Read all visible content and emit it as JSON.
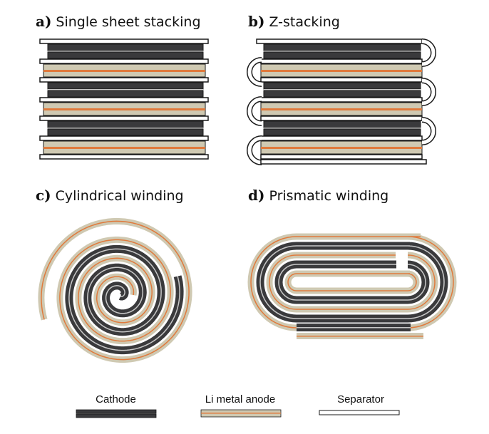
{
  "panels": [
    {
      "label": "a)",
      "title": "Single sheet stacking"
    },
    {
      "label": "b)",
      "title": "Z-stacking"
    },
    {
      "label": "c)",
      "title": "Cylindrical winding"
    },
    {
      "label": "d)",
      "title": "Prismatic winding"
    }
  ],
  "legend": [
    {
      "name": "Cathode"
    },
    {
      "name": "Li metal anode"
    },
    {
      "name": "Separator"
    }
  ],
  "colors": {
    "cathode": "#3a3a3c",
    "cathode_gap": "#c8c8c8",
    "anode_fill": "#cfc9b2",
    "anode_line": "#e07a3c",
    "separator_fill": "#ffffff",
    "outline": "#1a1a1a"
  }
}
